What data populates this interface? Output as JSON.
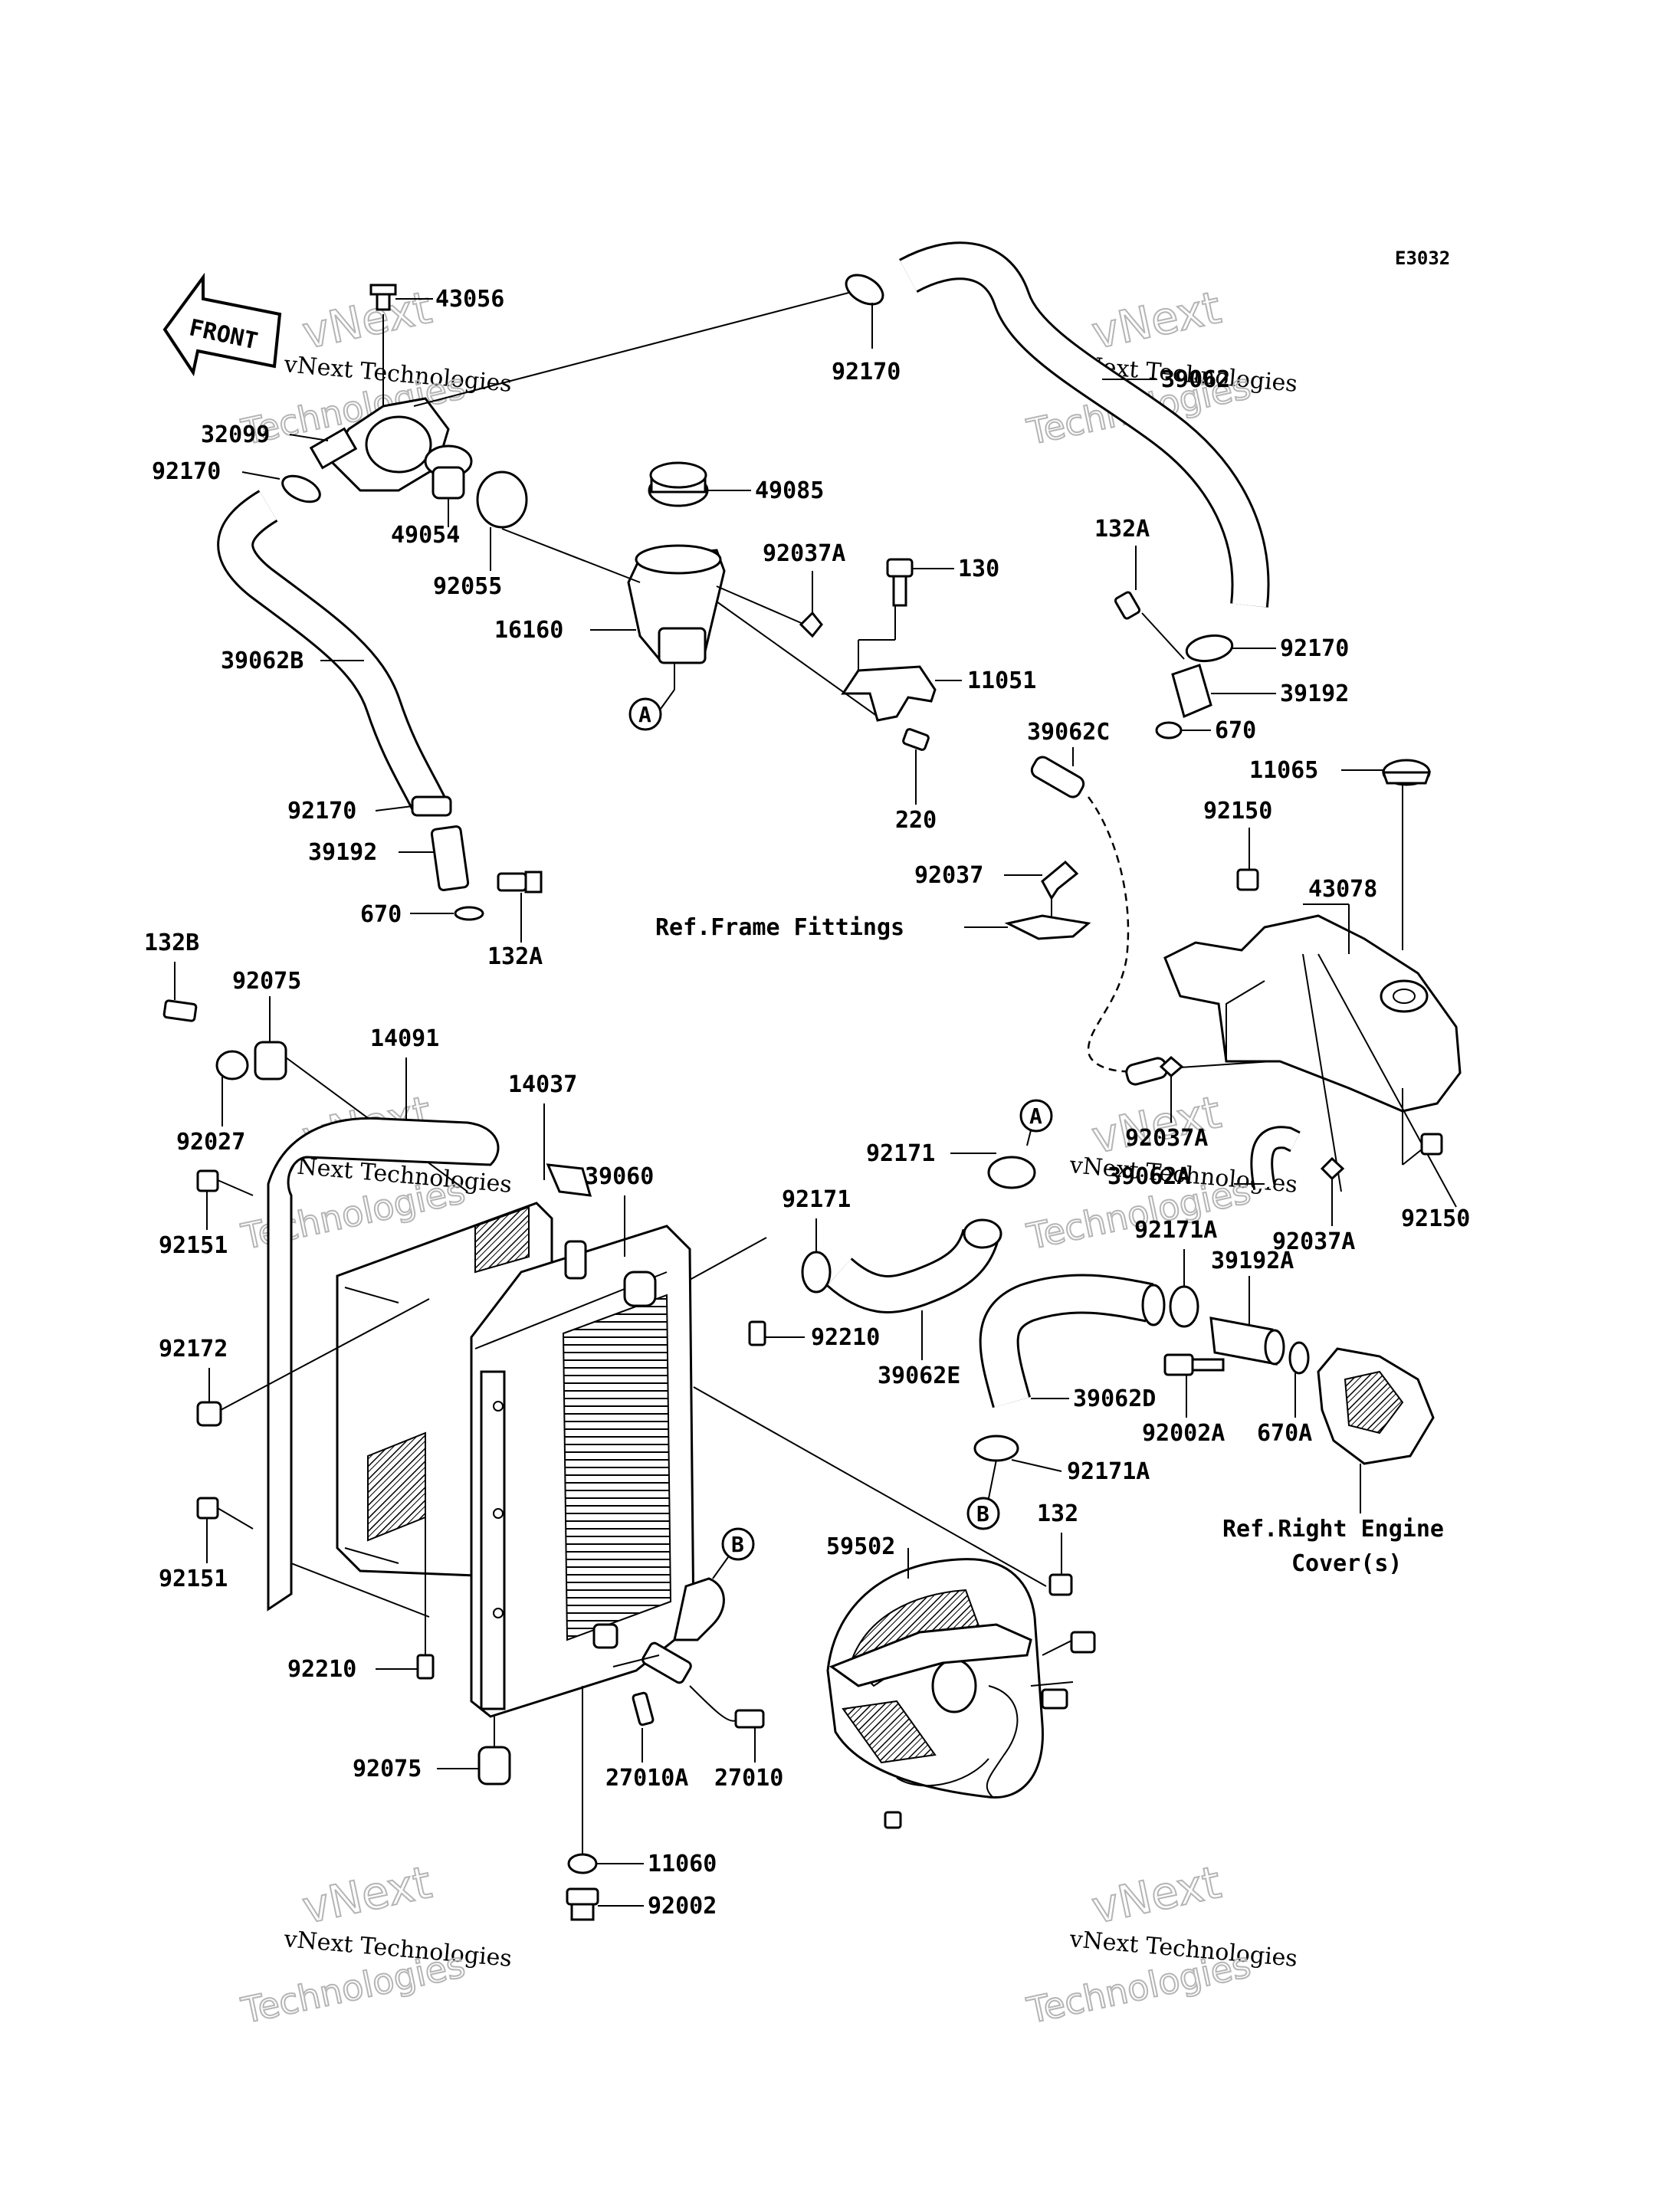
{
  "diagram_code": "E3032",
  "front_label": "FRONT",
  "watermarks": [
    {
      "line1": "vNext",
      "line2": "vNext Technologies",
      "line3": "Technologies"
    },
    {
      "line1": "vNext",
      "line2": "vNext Technologies",
      "line3": "Technologies"
    },
    {
      "line1": "vNext",
      "line2": "vNext Technologies",
      "line3": "Technologies"
    },
    {
      "line1": "vNext",
      "line2": "vNext Technologies",
      "line3": "Technologies"
    },
    {
      "line1": "vNext",
      "line2": "vNext Technologies",
      "line3": "Technologies"
    },
    {
      "line1": "vNext",
      "line2": "vNext Technologies",
      "line3": "Technologies"
    }
  ],
  "callouts": [
    "A",
    "A",
    "B",
    "B"
  ],
  "labels": {
    "p43056": "43056",
    "p92170_top": "92170",
    "p39062": "39062",
    "p32099": "32099",
    "p92170_left": "92170",
    "p49085": "49085",
    "p49054": "49054",
    "p92055": "92055",
    "p92037A_top": "92037A",
    "p130": "130",
    "p132A_top": "132A",
    "p16160": "16160",
    "p92170_right": "92170",
    "p39062B": "39062B",
    "p11051": "11051",
    "p39192_right": "39192",
    "p670_right": "670",
    "p39062C": "39062C",
    "p11065": "11065",
    "p220": "220",
    "p92150_top": "92150",
    "p92170_lower": "92170",
    "p39192_left": "39192",
    "p92037": "92037",
    "p43078": "43078",
    "p670_left": "670",
    "p132A_left": "132A",
    "ref_frame": "Ref.Frame Fittings",
    "p132B": "132B",
    "p92075_top": "92075",
    "p14091": "14091",
    "p14037": "14037",
    "p92027": "92027",
    "p39060": "39060",
    "p92171_a": "92171",
    "p92037A_mid": "92037A",
    "p39062A": "39062A",
    "p92171_b": "92171",
    "p92151_top": "92151",
    "p92171A_top": "92171A",
    "p92037A_right": "92037A",
    "p92150_right": "92150",
    "p39192A": "39192A",
    "p92210_mid": "92210",
    "p92172": "92172",
    "p39062E": "39062E",
    "p39062D": "39062D",
    "p92002A": "92002A",
    "p670A": "670A",
    "p92171A_bottom": "92171A",
    "ref_engine_1": "Ref.Right Engine",
    "ref_engine_2": "Cover(s)",
    "p92151_bottom": "92151",
    "p132": "132",
    "p59502": "59502",
    "p92210_bottom": "92210",
    "p92075_bottom": "92075",
    "p27010A": "27010A",
    "p27010": "27010",
    "p11060": "11060",
    "p92002": "92002"
  }
}
